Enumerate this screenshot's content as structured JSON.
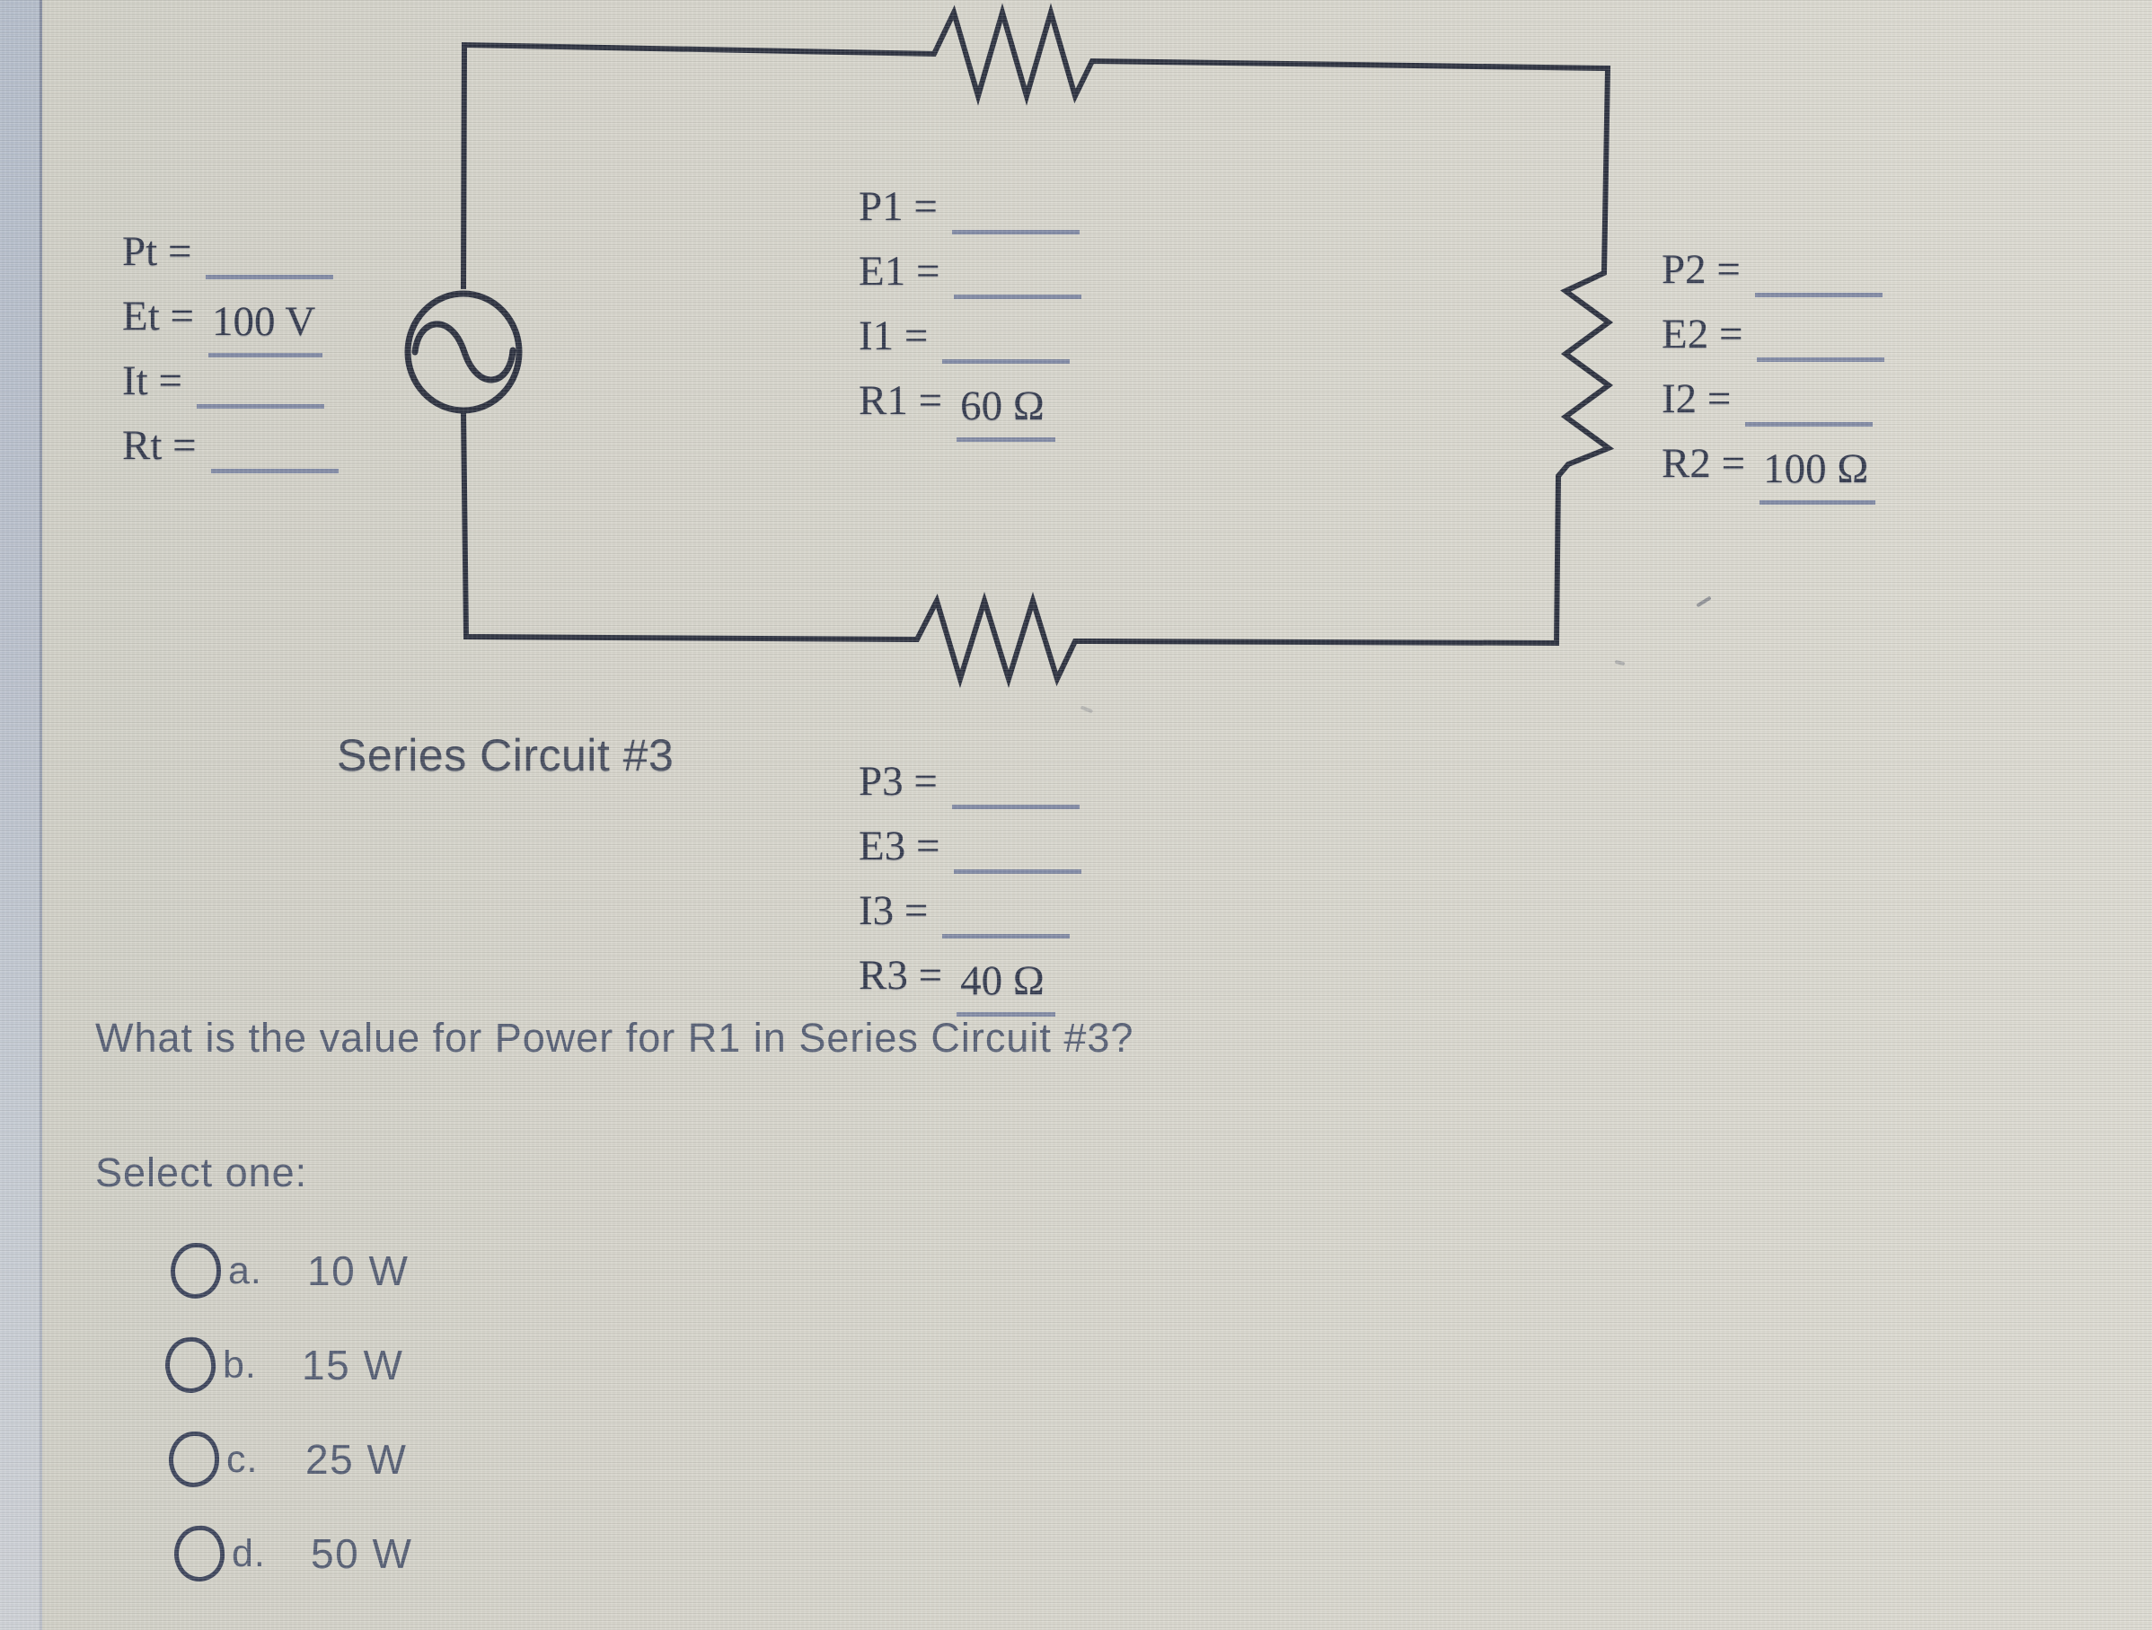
{
  "colors": {
    "background": "#d8d6cd",
    "margin_strip": "#b4bdcc",
    "circuit_ink": "#232838",
    "serif_text": "#2b3248",
    "underline": "#7e87a4",
    "ui_text": "#4f5870",
    "radio_outline": "#353d56"
  },
  "circuit": {
    "title": "Series Circuit #3",
    "source_labels": [
      {
        "label": "Pt =",
        "value": ""
      },
      {
        "label": "Et =",
        "value": "100 V"
      },
      {
        "label": "It =",
        "value": ""
      },
      {
        "label": "Rt =",
        "value": ""
      }
    ],
    "r1_labels": [
      {
        "label": "P1 =",
        "value": ""
      },
      {
        "label": "E1 =",
        "value": ""
      },
      {
        "label": "I1 =",
        "value": ""
      },
      {
        "label": "R1 =",
        "value": "60 Ω"
      }
    ],
    "r2_labels": [
      {
        "label": "P2 =",
        "value": ""
      },
      {
        "label": "E2 =",
        "value": ""
      },
      {
        "label": "I2 =",
        "value": ""
      },
      {
        "label": "R2 =",
        "value": "100 Ω"
      }
    ],
    "r3_labels": [
      {
        "label": "P3 =",
        "value": ""
      },
      {
        "label": "E3 =",
        "value": ""
      },
      {
        "label": "I3 =",
        "value": ""
      },
      {
        "label": "R3 =",
        "value": "40 Ω"
      }
    ]
  },
  "question": {
    "text": "What is the value for Power for R1 in Series Circuit #3?",
    "prompt": "Select one:",
    "options": [
      {
        "key": "a.",
        "label": "10 W"
      },
      {
        "key": "b.",
        "label": "15 W"
      },
      {
        "key": "c.",
        "label": "25 W"
      },
      {
        "key": "d.",
        "label": "50 W"
      }
    ]
  }
}
